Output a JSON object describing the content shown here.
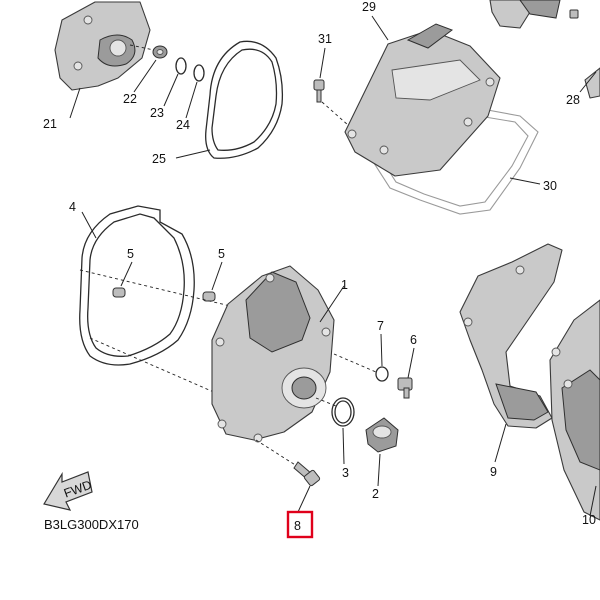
{
  "callouts": {
    "c1": "1",
    "c2": "2",
    "c3": "3",
    "c4": "4",
    "c5a": "5",
    "c5b": "5",
    "c6": "6",
    "c7": "7",
    "c8": "8",
    "c9": "9",
    "c10": "10",
    "c21": "21",
    "c22": "22",
    "c23": "23",
    "c24": "24",
    "c25": "25",
    "c28": "28",
    "c29": "29",
    "c30": "30",
    "c31": "31"
  },
  "diagram_code": "B3LG300DX170",
  "fwd_label": "FWD",
  "colors": {
    "highlight": "#e0001b"
  },
  "highlighted_part": "8"
}
